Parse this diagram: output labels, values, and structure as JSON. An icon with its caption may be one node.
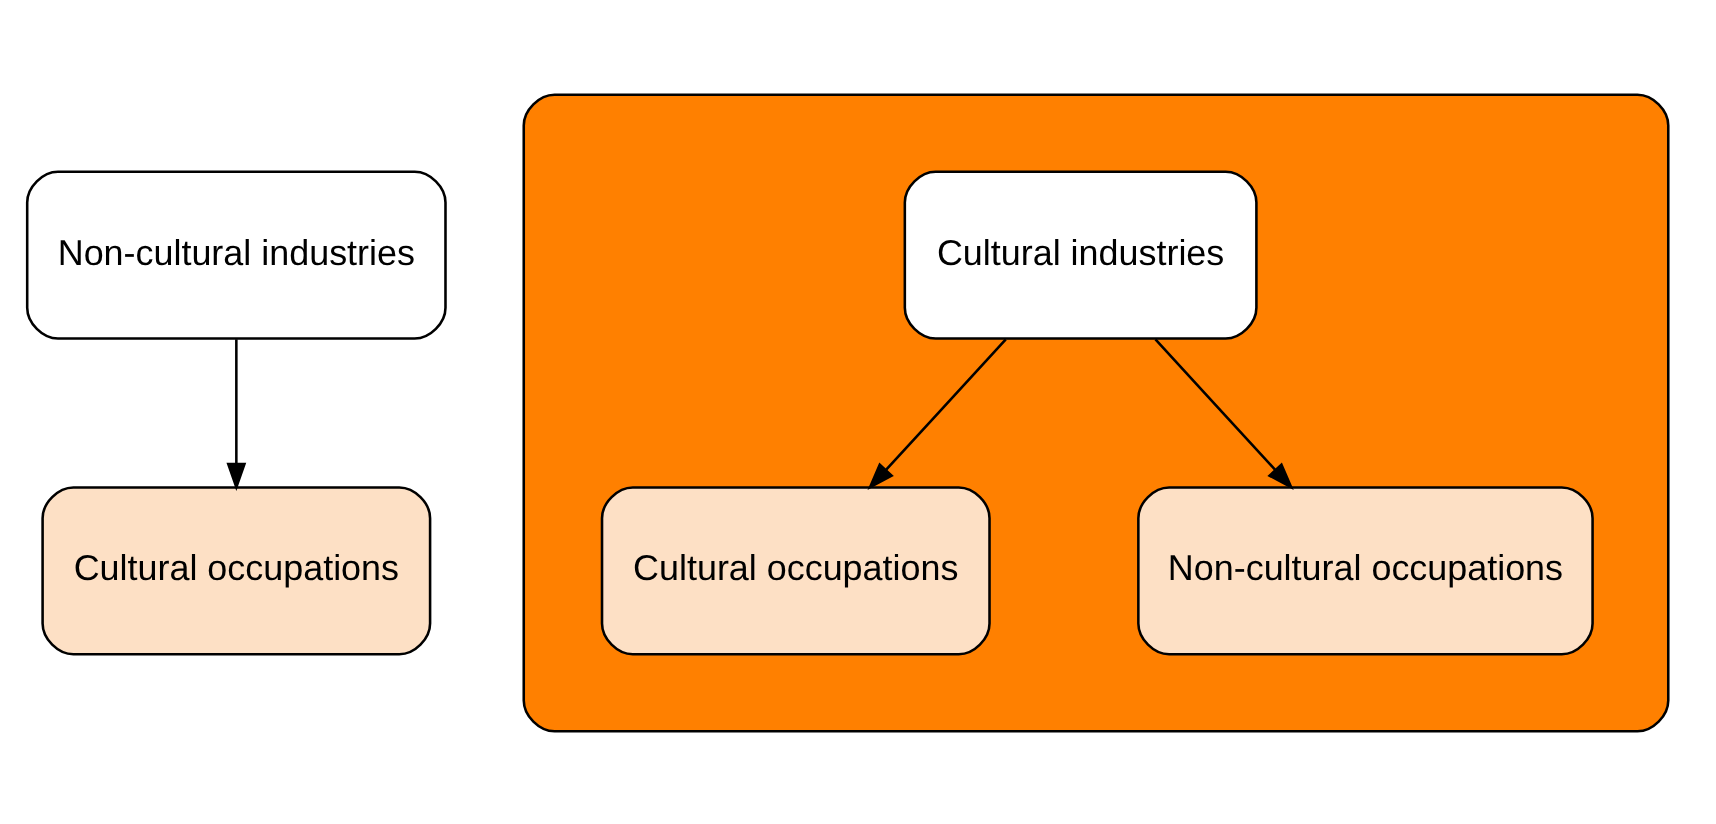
{
  "diagram": {
    "nodes": [
      {
        "text": [
          "Non-cultural industries"
        ]
      },
      {
        "text": [
          "Cultural occupations"
        ]
      },
      {
        "text": [],
        "shape": "ellipse"
      },
      {
        "text": [
          "Cultural industries"
        ],
        "in": 2
      },
      {
        "text": [
          "Cultural occupations"
        ],
        "in": 2
      },
      {
        "text": [
          "Non-cultural occupations"
        ],
        "in": 2
      }
    ],
    "edges": [
      {
        "from": 0,
        "to": 1,
        "arrow": "to"
      },
      {
        "from": 3,
        "to": 4,
        "arrow": "to"
      },
      {
        "from": 3,
        "to": 5,
        "arrow": "to"
      }
    ]
  }
}
